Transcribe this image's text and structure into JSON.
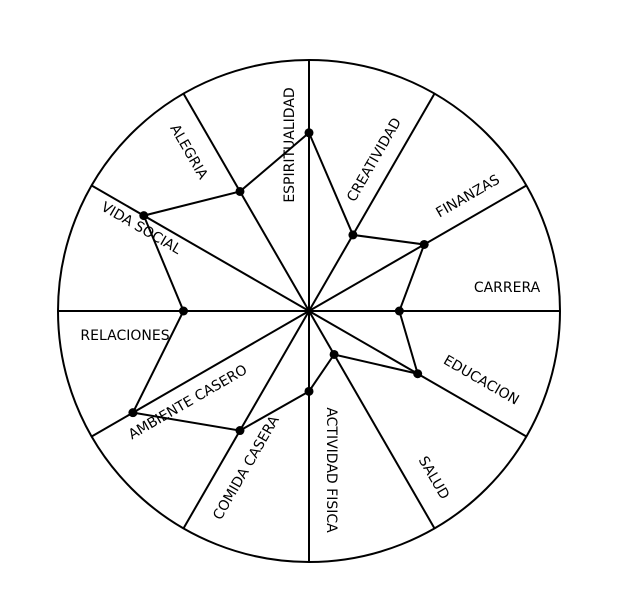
{
  "diagram": {
    "scale_max": 10,
    "sector_labels": [
      "CREATIVIDAD",
      "FINANZAS",
      "CARRERA",
      "EDUCACION",
      "SALUD",
      "ACTIVIDAD FISICA",
      "COMIDA CASERA",
      "AMBIENTE CASERO",
      "RELACIONES",
      "VIDA SOCIAL",
      "ALEGRIA",
      "ESPIRITUALIDAD"
    ],
    "spoke_values": [
      7.1,
      3.5,
      5.3,
      3.6,
      5.0,
      2.0,
      3.2,
      5.5,
      8.1,
      5.0,
      7.6,
      5.5
    ],
    "line_color": "#000000"
  }
}
